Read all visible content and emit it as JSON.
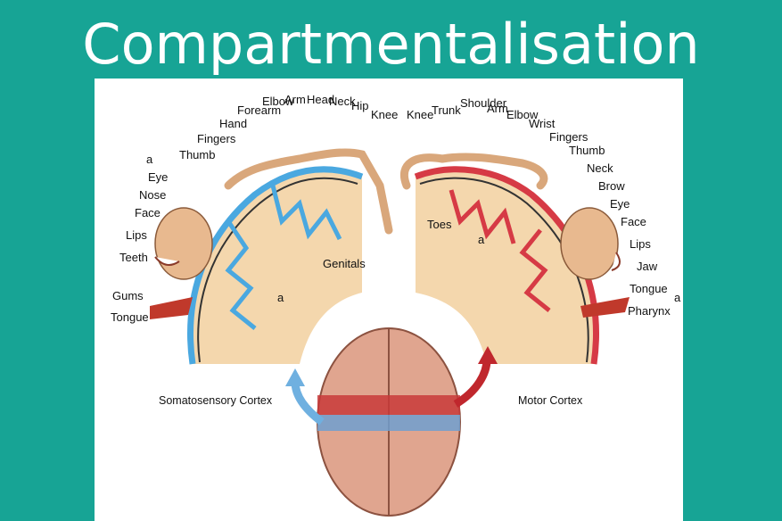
{
  "title": "Compartmentalisation",
  "sensory": {
    "caption": "Somatosensory Cortex",
    "labels": [
      "Eye",
      "Nose",
      "Face",
      "Lips",
      "Teeth",
      "Gums",
      "Tongue",
      "Thumb",
      "Fingers",
      "Hand",
      "Forearm",
      "Elbow",
      "Arm",
      "Head",
      "Neck",
      "Hip",
      "Knee"
    ],
    "genitals": "Genitals"
  },
  "motor": {
    "caption": "Motor Cortex",
    "labels": [
      "Knee",
      "Trunk",
      "Shoulder",
      "Arm",
      "Elbow",
      "Wrist",
      "Fingers",
      "Thumb",
      "Neck",
      "Brow",
      "Eye",
      "Face",
      "Lips",
      "Jaw",
      "Tongue",
      "Pharynx"
    ],
    "toes": "Toes"
  },
  "watermark": "a",
  "colors": {
    "background": "#17a495",
    "sensory": "#4aa8e0",
    "motor": "#d63a45",
    "tissue": "#f4d7ad"
  }
}
